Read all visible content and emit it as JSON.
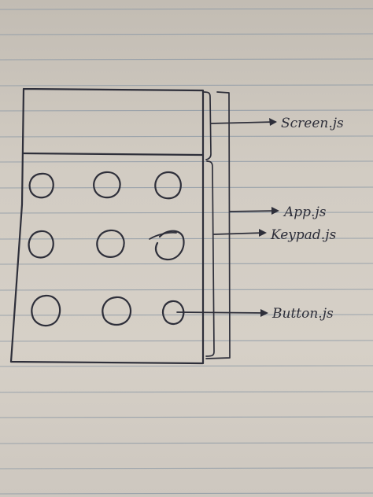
{
  "labels": {
    "screen": "Screen.js",
    "app": "App.js",
    "keypad": "Keypad.js",
    "button": "Button.js"
  },
  "colors": {
    "paper": "#d4cec5",
    "rule_line": "#8e9aa6",
    "ink": "#2e2f3a"
  }
}
